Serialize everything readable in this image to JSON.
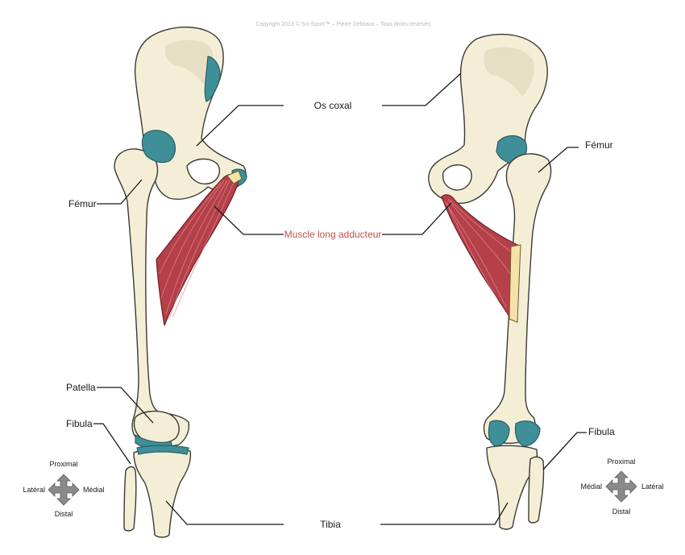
{
  "copyright": "Copyright 2013 © Sci-Sport™ – Pierre Debraux – Tous droits réservés",
  "labels": {
    "os_coxal": "Os coxal",
    "femur_left": "Fémur",
    "femur_right": "Fémur",
    "muscle": "Muscle long adducteur",
    "patella": "Patella",
    "fibula_left": "Fibula",
    "fibula_right": "Fibula",
    "tibia": "Tibia"
  },
  "orientation_left": {
    "top": "Proximal",
    "bottom": "Distal",
    "left": "Latéral",
    "right": "Médial"
  },
  "orientation_right": {
    "top": "Proximal",
    "bottom": "Distal",
    "left": "Médial",
    "right": "Latéral"
  },
  "colors": {
    "bone": "#f4eed7",
    "cartilage": "#3f8f99",
    "muscle": "#b5404a",
    "muscle_label": "#c0504d"
  }
}
